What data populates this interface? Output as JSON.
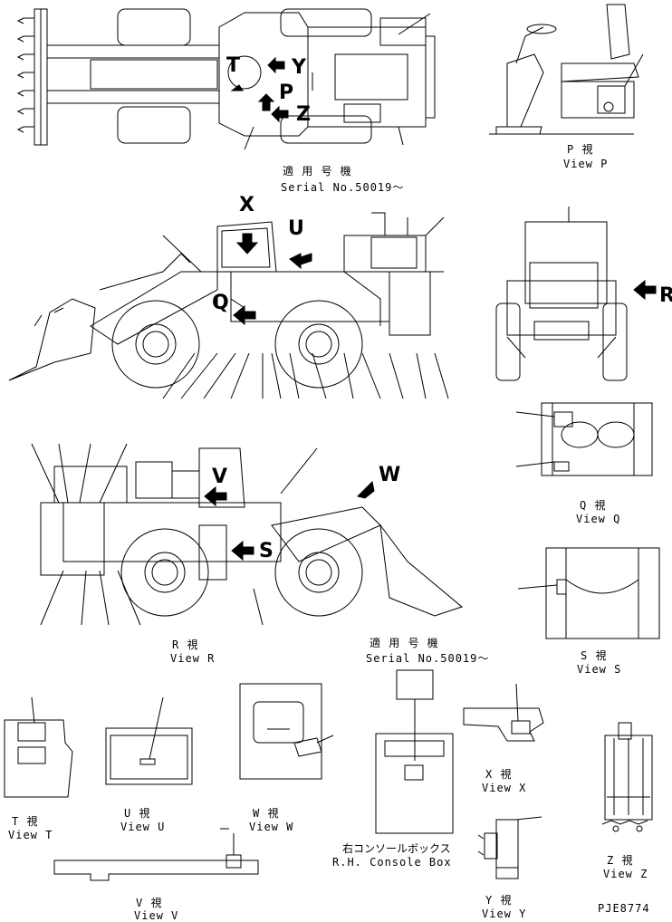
{
  "top_view": {
    "markers": [
      "T",
      "Y",
      "P",
      "Z"
    ],
    "serial_jp": "適 用 号 機",
    "serial": "Serial No.50019～"
  },
  "view_p": {
    "jp": "P 視",
    "en": "View P"
  },
  "side_view_left": {
    "markers": [
      "X",
      "U",
      "Q"
    ]
  },
  "rear_view": {
    "marker": "R"
  },
  "view_q": {
    "jp": "Q 視",
    "en": "View Q"
  },
  "side_view_right": {
    "markers": [
      "V",
      "S",
      "W"
    ],
    "serial_jp": "適 用 号 機",
    "serial": "Serial No.50019～"
  },
  "view_r": {
    "jp": "R 視",
    "en": "View R"
  },
  "view_s": {
    "jp": "S 視",
    "en": "View S"
  },
  "view_t": {
    "jp": "T 視",
    "en": "View T"
  },
  "view_u": {
    "jp": "U 視",
    "en": "View U"
  },
  "view_w": {
    "jp": "W 視",
    "en": "View W"
  },
  "view_x": {
    "jp": "X 視",
    "en": "View X"
  },
  "console": {
    "jp": "右コンソールボックス",
    "en": "R.H. Console Box"
  },
  "view_v": {
    "jp": "V 視",
    "en": "View V"
  },
  "view_y": {
    "jp": "Y 視",
    "en": "View Y"
  },
  "view_z": {
    "jp": "Z 視",
    "en": "View Z"
  },
  "drawing_no": "PJE8774"
}
